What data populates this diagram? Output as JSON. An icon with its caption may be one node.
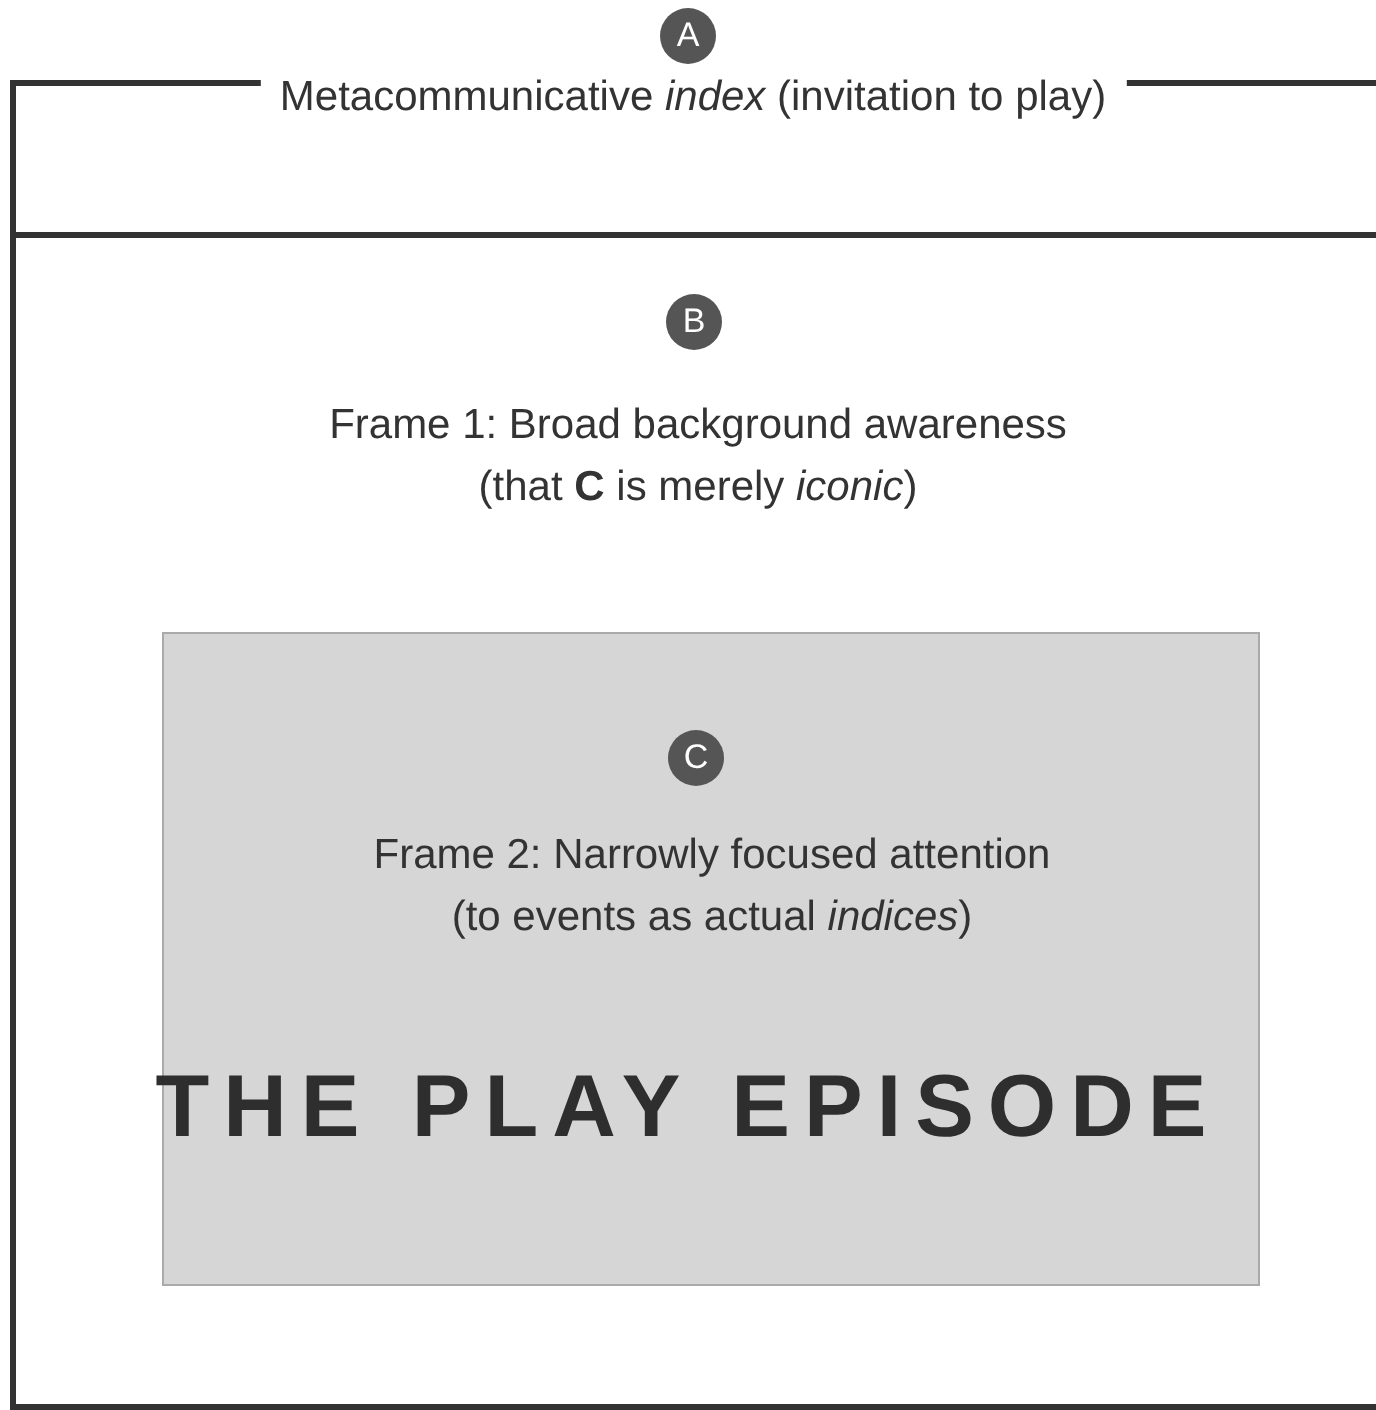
{
  "diagram": {
    "nodes": [
      {
        "text": [
          "A",
          "Metacommunicative *index* (invitation to play)"
        ]
      },
      {
        "text": [
          "B",
          "Frame 1: Broad background awareness (that **C** is merely *iconic*)"
        ]
      },
      {
        "text": [
          "C",
          "Frame 2: Narrowly focused attention (to events as actual *indices*)"
        ],
        "in": 1
      }
    ],
    "labels": [
      "THE PLAY EPISODE"
    ]
  }
}
